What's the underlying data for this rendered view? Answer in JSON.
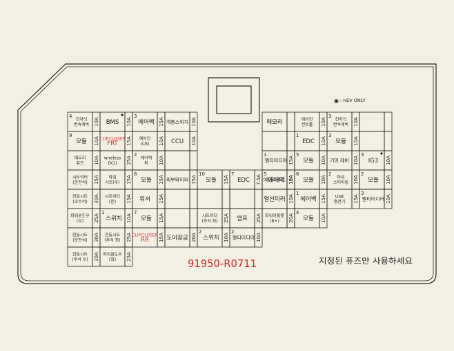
{
  "colors": {
    "background": "#f4efe3",
    "line": "#222222",
    "red_text": "#d42a2a"
  },
  "legend": {
    "marker": "◉",
    "text": ": HEV ONLY"
  },
  "part_number": "91950-R0711",
  "notice": "지정된 퓨즈만 사용하세요",
  "left_block": {
    "rows": [
      [
        {
          "pos": "4",
          "label": "전자식\n변속레버",
          "amp": "10A"
        },
        {
          "label": "BMS",
          "dot": true,
          "amp": "10A"
        },
        {
          "pos": "3",
          "label": "에어백",
          "amp": "15A"
        },
        {
          "label": "계통스위치",
          "amp": "10A"
        }
      ],
      [
        {
          "pos": "9",
          "label": "모듈",
          "amp": "10A"
        },
        {
          "label": "CLIP.CLOSER\nFRT",
          "red": true,
          "amp": "15A"
        },
        {
          "label": "에어컨\n(CB)",
          "amp": "10A"
        },
        {
          "label": "CCU",
          "amp": "10A"
        }
      ],
      [
        {
          "label": "메모리\n퓨즈",
          "amp": "10A"
        },
        {
          "label": "wireless\nDCU",
          "amp": "25A"
        },
        {
          "pos": "2",
          "label": "에어백\n퍼",
          "amp": "10A"
        },
        {
          "label": "",
          "amp": ""
        }
      ],
      [
        {
          "label": "시트히터\n(운전석)",
          "amp": "15A"
        },
        {
          "label": "파워\n시트(우)",
          "amp": "15A"
        },
        {
          "pos": "8",
          "label": "모듈",
          "amp": "15A"
        },
        {
          "label": "외부와이퍼",
          "amp": "15A"
        },
        {
          "pos": "10",
          "label": "모듈",
          "amp": "15A"
        },
        {
          "pos": "7",
          "label": "EDC",
          "amp": "7.5A"
        },
        {
          "pos": "5",
          "label": "에어백",
          "amp": "15A"
        }
      ],
      [
        {
          "label": "전동시트\n(조수석)",
          "amp": "30A"
        },
        {
          "label": "시트히터\n(운)",
          "amp": "15A"
        },
        {
          "label": "워셔",
          "amp": "15A"
        },
        {
          "label": "",
          "amp": ""
        },
        {
          "label": "",
          "amp": ""
        },
        {
          "label": "",
          "amp": ""
        },
        {
          "label": "",
          "amp": ""
        }
      ],
      [
        {
          "label": "파워윈도우\n(우)",
          "amp": "25A"
        },
        {
          "pos": "1",
          "label": "스위치",
          "amp": "10A"
        },
        {
          "pos": "7",
          "label": "모듈",
          "amp": "15A"
        },
        {
          "label": "",
          "amp": ""
        },
        {
          "label": "시트히터\n(후석 좌)",
          "amp": "25A"
        },
        {
          "label": "앰프",
          "amp": "25A"
        },
        {
          "label": "파워아울렛\n(B+)",
          "amp": "20A"
        }
      ],
      [
        {
          "label": "전동시트\n(운전석)",
          "amp": "30A"
        },
        {
          "label": "전동시트\n(후석 좌)",
          "amp": "25A"
        },
        {
          "label": "CLIP.CLOSER\nRR",
          "red": true,
          "amp": "15A"
        },
        {
          "label": "도어잠금",
          "amp": "20A"
        },
        {
          "pos": "2",
          "label": "스위치",
          "amp": "10A"
        },
        {
          "pos": "2",
          "label": "멀티미디어",
          "amp": "10A"
        }
      ],
      [
        {
          "label": "전동시트\n(후석 우)",
          "amp": "30A"
        },
        {
          "label": "파워윈도우\n(좌)",
          "amp": "25A"
        }
      ]
    ]
  },
  "right_block": {
    "rows": [
      [
        {
          "label": "메모리",
          "amp": ""
        },
        {
          "label": "에어컨\n컨트롤",
          "amp": "10A"
        },
        {
          "pos": "3",
          "label": "전자식\n변속레버",
          "amp": "10A"
        },
        {
          "label": "",
          "amp": ""
        }
      ],
      [
        {
          "label": "",
          "amp": ""
        },
        {
          "pos": "1",
          "label": "EDC",
          "amp": "10A"
        },
        {
          "pos": "3",
          "label": "모듈",
          "amp": "10A"
        },
        {
          "label": "",
          "amp": ""
        }
      ],
      [
        {
          "pos": "1",
          "label": "멀티미디어",
          "amp": "15A"
        },
        {
          "pos": "5",
          "label": "모듈",
          "amp": "10A"
        },
        {
          "label": "기어 레버",
          "amp": "10A"
        },
        {
          "pos": "3",
          "label": "IG3",
          "dot": true,
          "amp": "10A"
        }
      ],
      [
        {
          "label": "메모리퓨즈",
          "amp": "10A"
        },
        {
          "pos": "6",
          "label": "모듈",
          "amp": "10A"
        },
        {
          "pos": "2",
          "label": "파워\n스티어링",
          "amp": "10A"
        },
        {
          "pos": "2",
          "label": "모듈",
          "amp": "10A"
        }
      ],
      [
        {
          "label": "열선미러",
          "amp": "10A"
        },
        {
          "pos": "1",
          "label": "에어백",
          "amp": "15A"
        },
        {
          "label": "USB\n충전기",
          "amp": "15A"
        },
        {
          "pos": "3",
          "label": "멀티미디어",
          "amp": "10A"
        }
      ],
      [
        {
          "label": "",
          "amp": ""
        },
        {
          "pos": "4",
          "label": "모듈",
          "amp": "10A"
        }
      ]
    ]
  }
}
